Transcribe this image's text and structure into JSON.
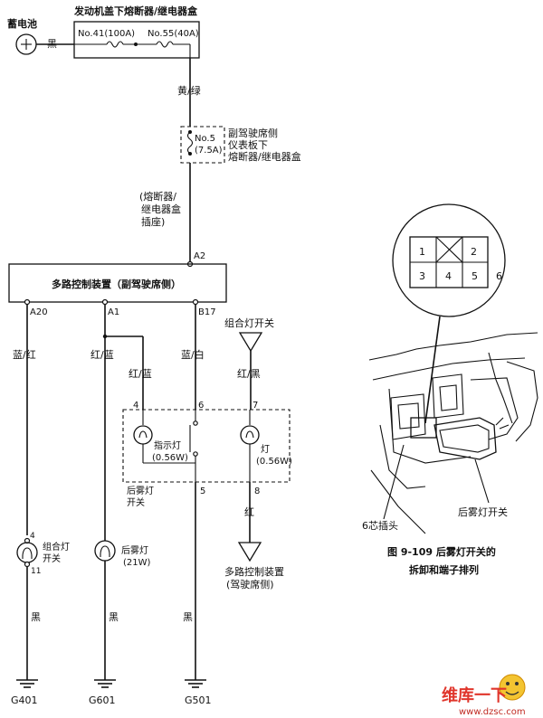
{
  "labels": {
    "battery": "蓄电池",
    "engine_fuse_box": "发动机盖下熔断器/继电器盒",
    "fuse41": "No.41(100A)",
    "fuse55": "No.55(40A)",
    "wire_black_battery": "黑",
    "wire_yellow_green": "黄/绿",
    "fuse5_no": "No.5",
    "fuse5_amp": "(7.5A)",
    "passenger_box_l1": "副驾驶席侧",
    "passenger_box_l2": "仪表板下",
    "passenger_box_l3": "熔断器/继电器盒",
    "socket_l1": "(熔断器/",
    "socket_l2": "继电器盒",
    "socket_l3": "插座)",
    "pin_a2": "A2",
    "mcu": "多路控制装置（副驾驶席侧）",
    "pin_a20": "A20",
    "pin_a1": "A1",
    "pin_b17": "B17",
    "combo_switch_top": "组合灯开关",
    "wire_blue_red": "蓝/红",
    "wire_red_blue_1": "红/蓝",
    "wire_red_blue_2": "红/蓝",
    "wire_blue_white": "蓝/白",
    "wire_red_black": "红/黑",
    "term4": "4",
    "term6": "6",
    "term7": "7",
    "indicator_l1": "指示灯",
    "indicator_l2": "(0.56W)",
    "lamp_l1": "灯",
    "lamp_l2": "(0.56W)",
    "term5": "5",
    "term8": "8",
    "rear_fog_switch_l1": "后雾灯",
    "rear_fog_switch_l2": "开关",
    "wire_red": "红",
    "driver_mcu_l1": "多路控制装置",
    "driver_mcu_l2": "(驾驶席侧)",
    "combo_pin4": "4",
    "combo_pin11": "11",
    "combo_switch_l1": "组合灯",
    "combo_switch_l2": "开关",
    "rear_fog_lamp_l1": "后雾灯",
    "rear_fog_lamp_l2": "(21W)",
    "wire_black_1": "黑",
    "wire_black_2": "黑",
    "wire_black_3": "黑",
    "g401": "G401",
    "g601": "G601",
    "g501": "G501",
    "connector_pins": [
      "1",
      "2",
      "3",
      "4",
      "5",
      "6"
    ],
    "plug_label": "6芯插头",
    "rear_fog_switch_label": "后雾灯开关",
    "caption_l1": "图 9-109   后雾灯开关的",
    "caption_l2": "拆卸和端子排列",
    "watermark_cn": "维库一下",
    "watermark_url": "www.dzsc.com"
  }
}
